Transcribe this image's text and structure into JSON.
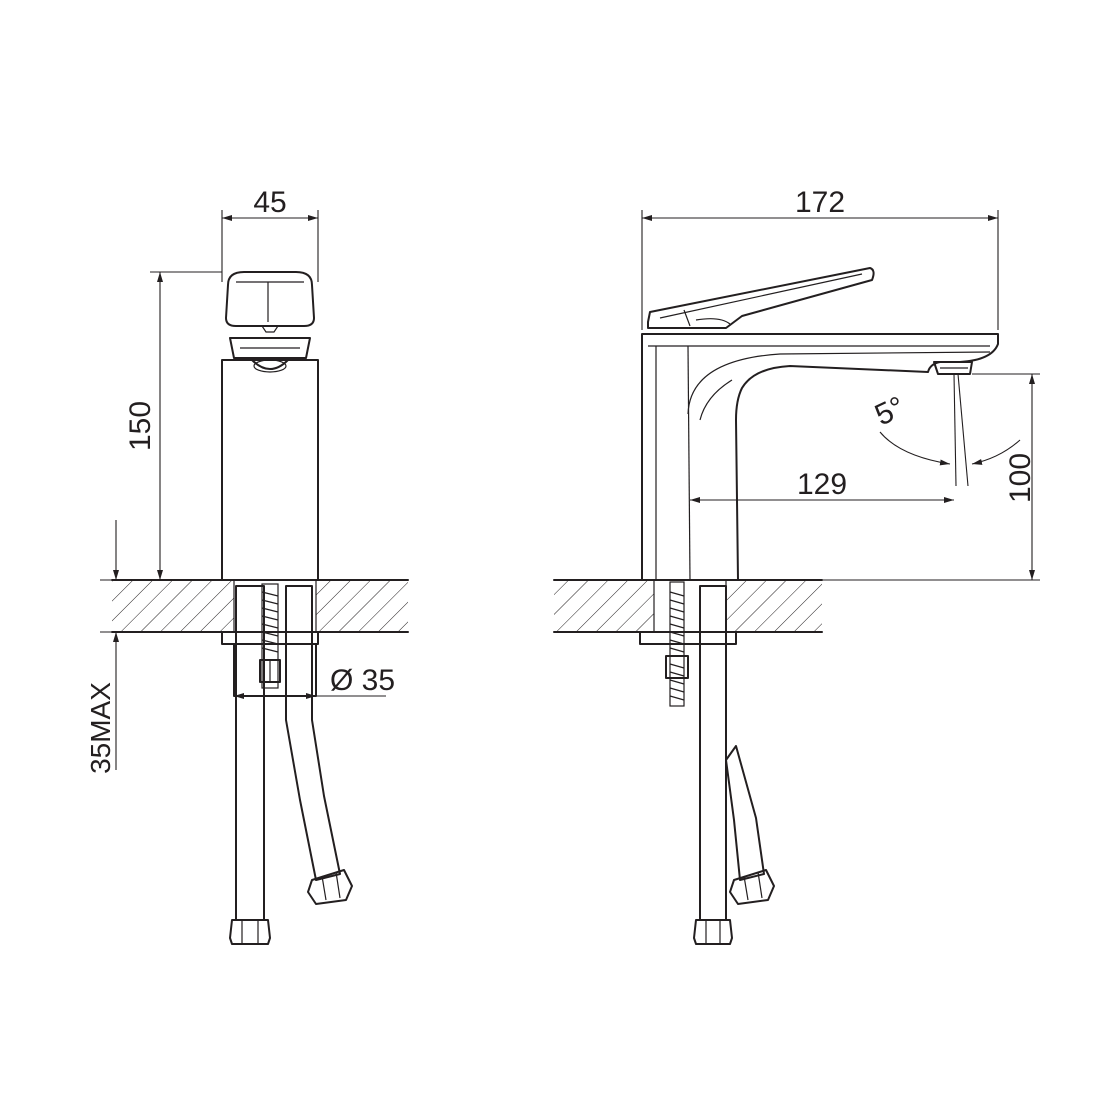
{
  "drawing": {
    "front_view": {
      "width_label": "45",
      "height_label": "150",
      "hole_diameter_label": "Ø 35",
      "deck_thickness_label": "35MAX"
    },
    "side_view": {
      "length_label": "172",
      "reach_label": "129",
      "spout_height_label": "100",
      "angle_label": "5°"
    },
    "colors": {
      "line": "#231f20",
      "background": "#ffffff"
    }
  }
}
